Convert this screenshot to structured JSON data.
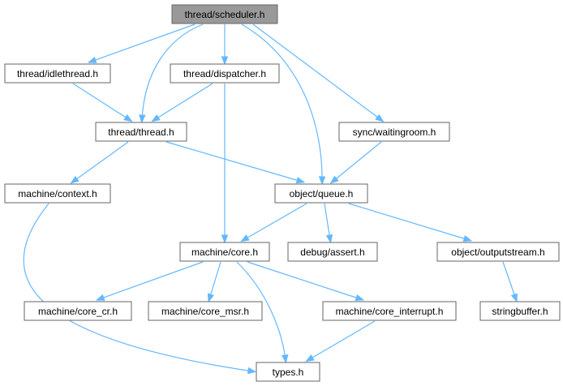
{
  "colors": {
    "edge": "#63b8ff",
    "node_border": "#666666",
    "node_fill": "#ffffff",
    "root_fill": "#999999",
    "text": "#000000"
  },
  "nodes": {
    "scheduler": "thread/scheduler.h",
    "idlethread": "thread/idlethread.h",
    "dispatcher": "thread/dispatcher.h",
    "thread": "thread/thread.h",
    "waitingroom": "sync/waitingroom.h",
    "context": "machine/context.h",
    "queue": "object/queue.h",
    "core": "machine/core.h",
    "assert": "debug/assert.h",
    "outputstream": "object/outputstream.h",
    "core_cr": "machine/core_cr.h",
    "core_msr": "machine/core_msr.h",
    "core_interrupt": "machine/core_interrupt.h",
    "stringbuffer": "stringbuffer.h",
    "types": "types.h"
  },
  "edges": [
    [
      "scheduler",
      "idlethread"
    ],
    [
      "scheduler",
      "thread"
    ],
    [
      "scheduler",
      "dispatcher"
    ],
    [
      "scheduler",
      "queue"
    ],
    [
      "scheduler",
      "waitingroom"
    ],
    [
      "idlethread",
      "thread"
    ],
    [
      "dispatcher",
      "thread"
    ],
    [
      "dispatcher",
      "core"
    ],
    [
      "thread",
      "context"
    ],
    [
      "thread",
      "queue"
    ],
    [
      "waitingroom",
      "queue"
    ],
    [
      "context",
      "types"
    ],
    [
      "queue",
      "core"
    ],
    [
      "queue",
      "assert"
    ],
    [
      "queue",
      "outputstream"
    ],
    [
      "core",
      "core_cr"
    ],
    [
      "core",
      "core_msr"
    ],
    [
      "core",
      "core_interrupt"
    ],
    [
      "core",
      "types"
    ],
    [
      "core_interrupt",
      "types"
    ],
    [
      "outputstream",
      "stringbuffer"
    ]
  ]
}
